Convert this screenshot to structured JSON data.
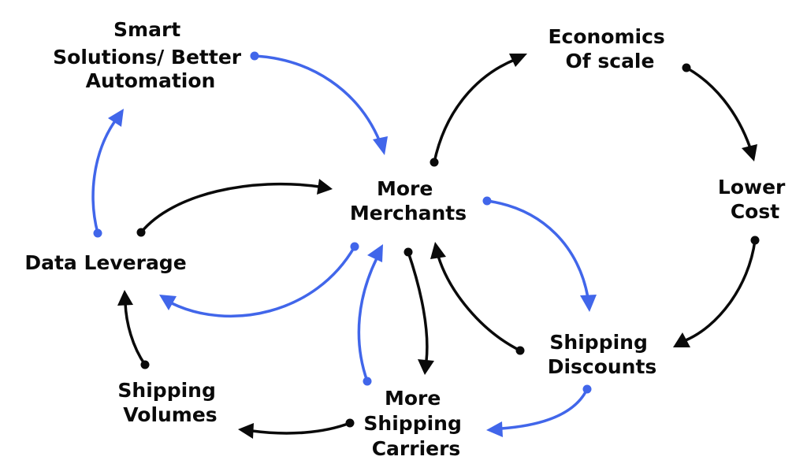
{
  "colors": {
    "text": "#0a0a0a",
    "black_arrow": "#0a0a0a",
    "blue_arrow": "#4166ea",
    "background": "#ffffff"
  },
  "nodes": {
    "smart_solutions": {
      "lines": [
        "Smart",
        "Solutions/ Better",
        "Automation"
      ]
    },
    "economics_of_scale": {
      "lines": [
        "Economics",
        "Of  scale"
      ]
    },
    "more_merchants": {
      "lines": [
        "More",
        "Merchants"
      ]
    },
    "lower_cost": {
      "lines": [
        "Lower",
        "Cost"
      ]
    },
    "data_leverage": {
      "lines": [
        "Data Leverage"
      ]
    },
    "shipping_discounts": {
      "lines": [
        "Shipping",
        "Discounts"
      ]
    },
    "shipping_volumes": {
      "lines": [
        "Shipping",
        "Volumes"
      ]
    },
    "more_shipping_carriers": {
      "lines": [
        "More",
        "Shipping",
        "Carriers"
      ]
    }
  },
  "edges": [
    {
      "from": "smart_solutions",
      "to": "more_merchants",
      "color": "blue"
    },
    {
      "from": "more_merchants",
      "to": "economics_of_scale",
      "color": "black"
    },
    {
      "from": "economics_of_scale",
      "to": "lower_cost",
      "color": "black"
    },
    {
      "from": "lower_cost",
      "to": "shipping_discounts",
      "color": "black"
    },
    {
      "from": "shipping_discounts",
      "to": "more_merchants",
      "color": "black"
    },
    {
      "from": "more_merchants",
      "to": "shipping_discounts",
      "color": "blue"
    },
    {
      "from": "shipping_discounts",
      "to": "more_shipping_carriers",
      "color": "blue"
    },
    {
      "from": "more_merchants",
      "to": "more_shipping_carriers",
      "color": "black"
    },
    {
      "from": "more_shipping_carriers",
      "to": "more_merchants",
      "color": "blue"
    },
    {
      "from": "more_shipping_carriers",
      "to": "shipping_volumes",
      "color": "black"
    },
    {
      "from": "shipping_volumes",
      "to": "data_leverage",
      "color": "black"
    },
    {
      "from": "data_leverage",
      "to": "smart_solutions",
      "color": "blue"
    },
    {
      "from": "data_leverage",
      "to": "more_merchants",
      "color": "black"
    },
    {
      "from": "more_merchants",
      "to": "data_leverage",
      "color": "blue"
    }
  ]
}
